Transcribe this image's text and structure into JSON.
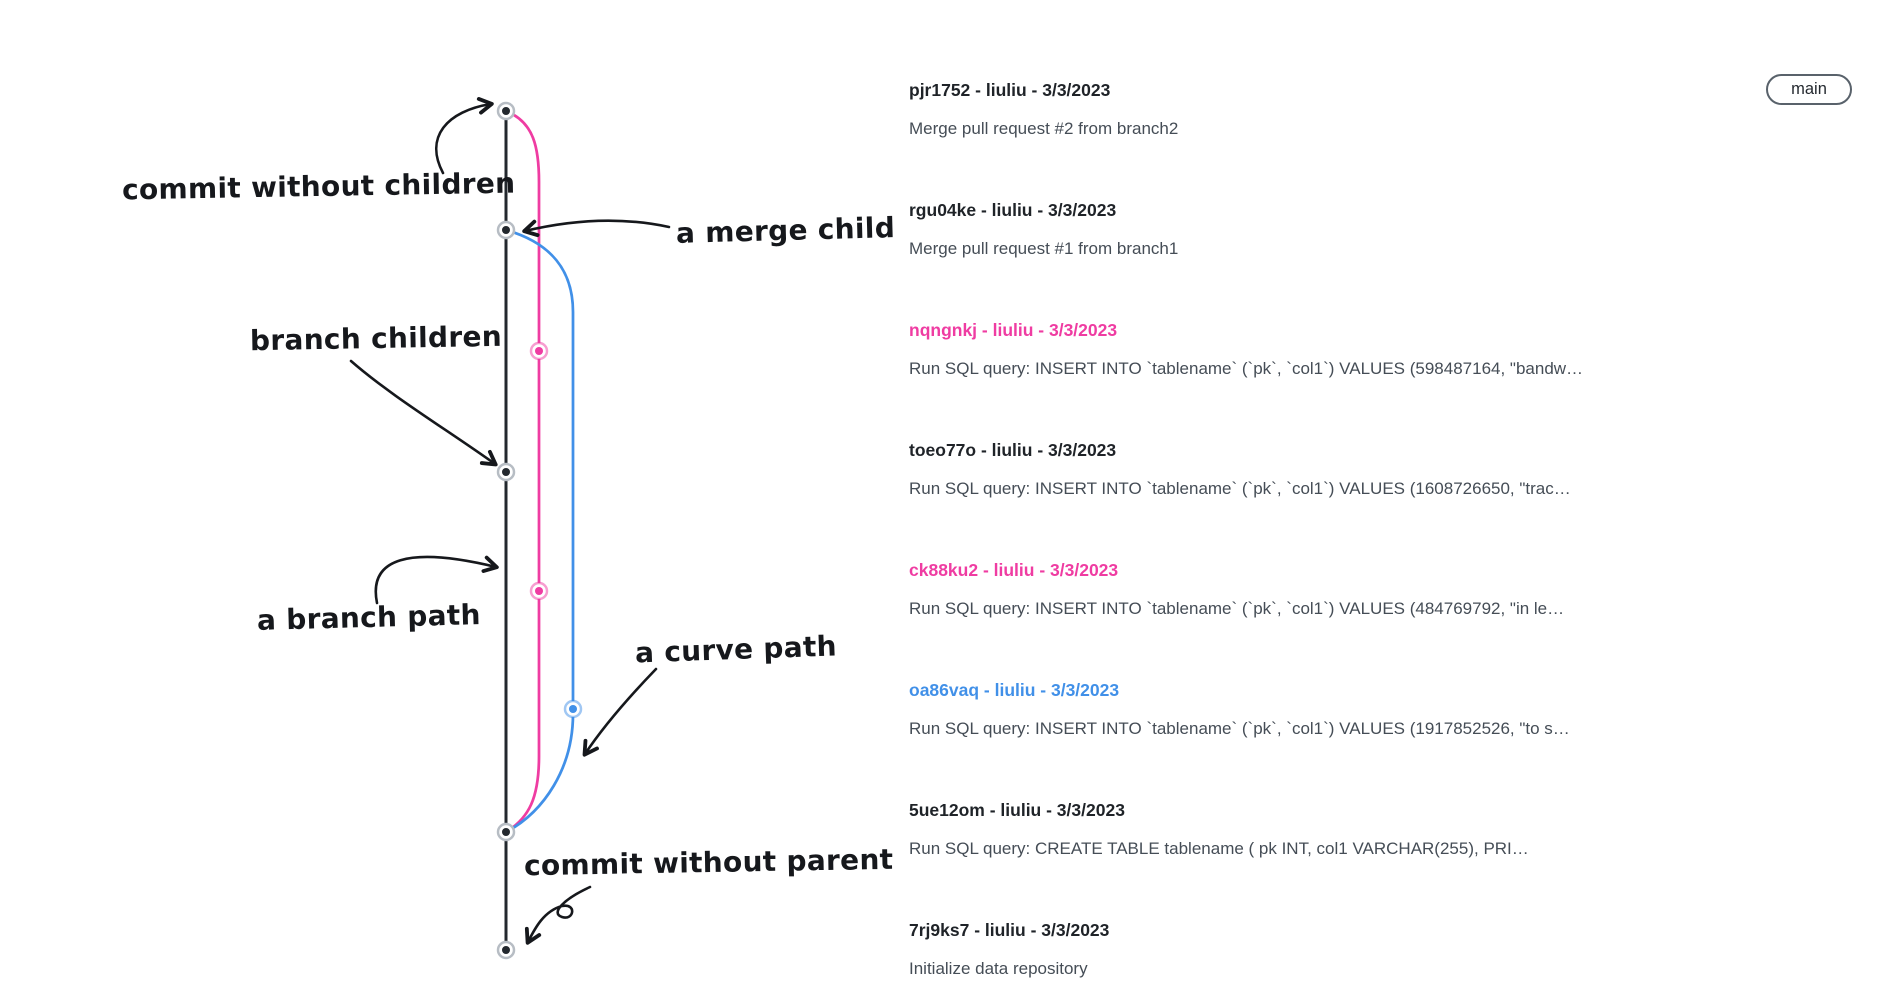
{
  "colors": {
    "main_line": "#23282e",
    "branch_pink": "#ef3ca2",
    "branch_blue": "#4190e8",
    "annotation_ink": "#16181c"
  },
  "branch_badge": {
    "label": "main"
  },
  "annotations": [
    {
      "label": "commit without children"
    },
    {
      "label": "a merge child"
    },
    {
      "label": "branch children"
    },
    {
      "label": "a branch path"
    },
    {
      "label": "a curve path"
    },
    {
      "label": "commit without parent"
    }
  ],
  "commits": [
    {
      "title": "pjr1752 - liuliu - 3/3/2023",
      "message": "Merge pull request #2 from branch2",
      "branch_color": "main"
    },
    {
      "title": "rgu04ke - liuliu - 3/3/2023",
      "message": "Merge pull request #1 from branch1",
      "branch_color": "main"
    },
    {
      "title": "nqngnkj - liuliu - 3/3/2023",
      "message": "Run SQL query: INSERT INTO `tablename` (`pk`, `col1`) VALUES (598487164, \"bandw…",
      "branch_color": "pink"
    },
    {
      "title": "toeo77o - liuliu - 3/3/2023",
      "message": "Run SQL query: INSERT INTO `tablename` (`pk`, `col1`) VALUES (1608726650, \"trac…",
      "branch_color": "main"
    },
    {
      "title": "ck88ku2 - liuliu - 3/3/2023",
      "message": "Run SQL query: INSERT INTO `tablename` (`pk`, `col1`) VALUES (484769792, \"in le…",
      "branch_color": "pink"
    },
    {
      "title": "oa86vaq - liuliu - 3/3/2023",
      "message": "Run SQL query: INSERT INTO `tablename` (`pk`, `col1`) VALUES (1917852526, \"to s…",
      "branch_color": "blue"
    },
    {
      "title": "5ue12om - liuliu - 3/3/2023",
      "message": "Run SQL query: CREATE TABLE tablename ( pk INT, col1 VARCHAR(255), PRI…",
      "branch_color": "main"
    },
    {
      "title": "7rj9ks7 - liuliu - 3/3/2023",
      "message": "Initialize data repository",
      "branch_color": "main"
    }
  ]
}
